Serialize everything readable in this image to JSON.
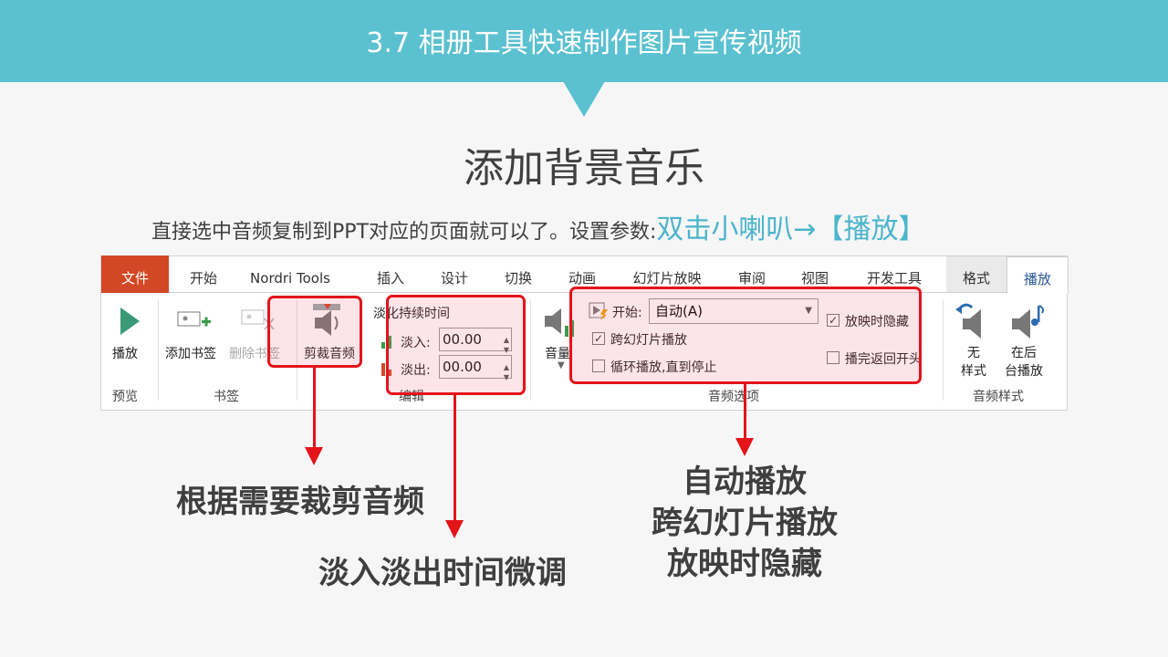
{
  "header": {
    "title": "3.7 相册工具快速制作图片宣传视频"
  },
  "slide": {
    "title": "添加背景音乐",
    "description": "直接选中音频复制到PPT对应的页面就可以了。设置参数:",
    "highlight": "双击小喇叭→【播放】"
  },
  "ribbon": {
    "tabs": [
      "文件",
      "开始",
      "Nordri Tools",
      "插入",
      "设计",
      "切换",
      "动画",
      "幻灯片放映",
      "审阅",
      "视图",
      "开发工具",
      "格式",
      "播放"
    ],
    "groups": {
      "preview": "预览",
      "bookmarks": "书签",
      "editing": "编辑",
      "audio_options": "音频选项",
      "audio_styles": "音频样式"
    },
    "buttons": {
      "play": "播放",
      "add_bookmark": "添加书签",
      "remove_bookmark": "删除书签",
      "trim_audio": "剪裁音频",
      "volume": "音量",
      "no_style": "无\n样式",
      "play_in_background": "在后\n台播放"
    },
    "fade": {
      "title": "淡化持续时间",
      "fade_in_label": "淡入:",
      "fade_in_value": "00.00",
      "fade_out_label": "淡出:",
      "fade_out_value": "00.00"
    },
    "options": {
      "start_label": "开始:",
      "start_value": "自动(A)",
      "hide_during_show": "放映时隐藏",
      "play_across_slides": "跨幻灯片播放",
      "loop_until_stopped": "循环播放,直到停止",
      "rewind_after_playing": "播完返回开头",
      "hide_checked": true,
      "across_checked": true,
      "loop_checked": false,
      "rewind_checked": false
    }
  },
  "annotations": {
    "trim": "根据需要裁剪音频",
    "fade": "淡入淡出时间微调",
    "options_lines": [
      "自动播放",
      "跨幻灯片播放",
      "放映时隐藏"
    ]
  },
  "colors": {
    "banner": "#5bc1d0",
    "highlight": "#4bb5cc",
    "callout_red": "#e4141b",
    "file_tab": "#d24726"
  }
}
